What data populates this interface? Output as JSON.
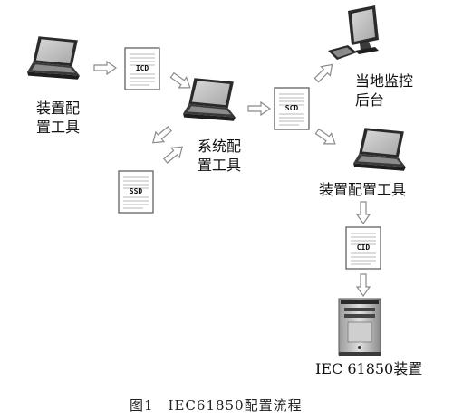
{
  "nodes": {
    "device_tool_left": {
      "label_line1": "装置配",
      "label_line2": "置工具"
    },
    "system_tool": {
      "label_line1": "系统配",
      "label_line2": "置工具"
    },
    "local_backend": {
      "label_line1": "当地监控",
      "label_line2": "后台"
    },
    "device_tool_right": {
      "label": "装置配置工具"
    },
    "iec_device": {
      "label": "IEC 61850装置"
    }
  },
  "files": {
    "icd": "ICD",
    "scd": "SCD",
    "ssd": "SSD",
    "cid": "CID"
  },
  "caption": "图1　IEC61850配置流程"
}
